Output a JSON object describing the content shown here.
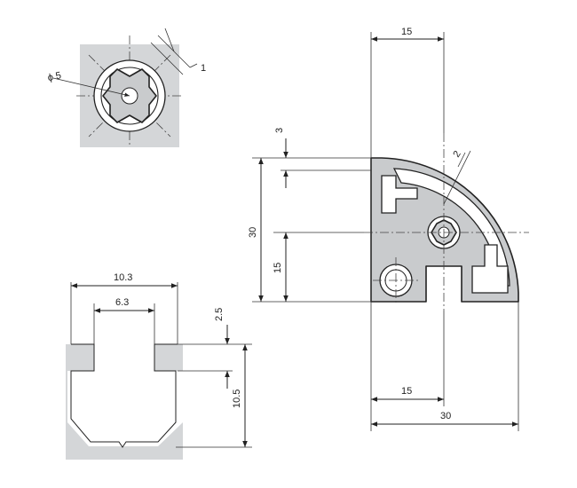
{
  "views": {
    "detail_top": {
      "diameter_label": "ϕ 5",
      "gap_label": "1"
    },
    "slot_section": {
      "width_label": "10.3",
      "opening_label": "6.3",
      "lip_label": "2.5",
      "depth_label": "10.5"
    },
    "profile": {
      "top_half_width_label": "15",
      "wall_label": "3",
      "corner_label": "2",
      "height_label": "30",
      "half_height_label": "15",
      "bottom_half_width_label": "15",
      "width_label": "30"
    }
  },
  "colors": {
    "line": "#222222",
    "fill": "#c9cbcd",
    "shade": "#d4d6d8"
  }
}
